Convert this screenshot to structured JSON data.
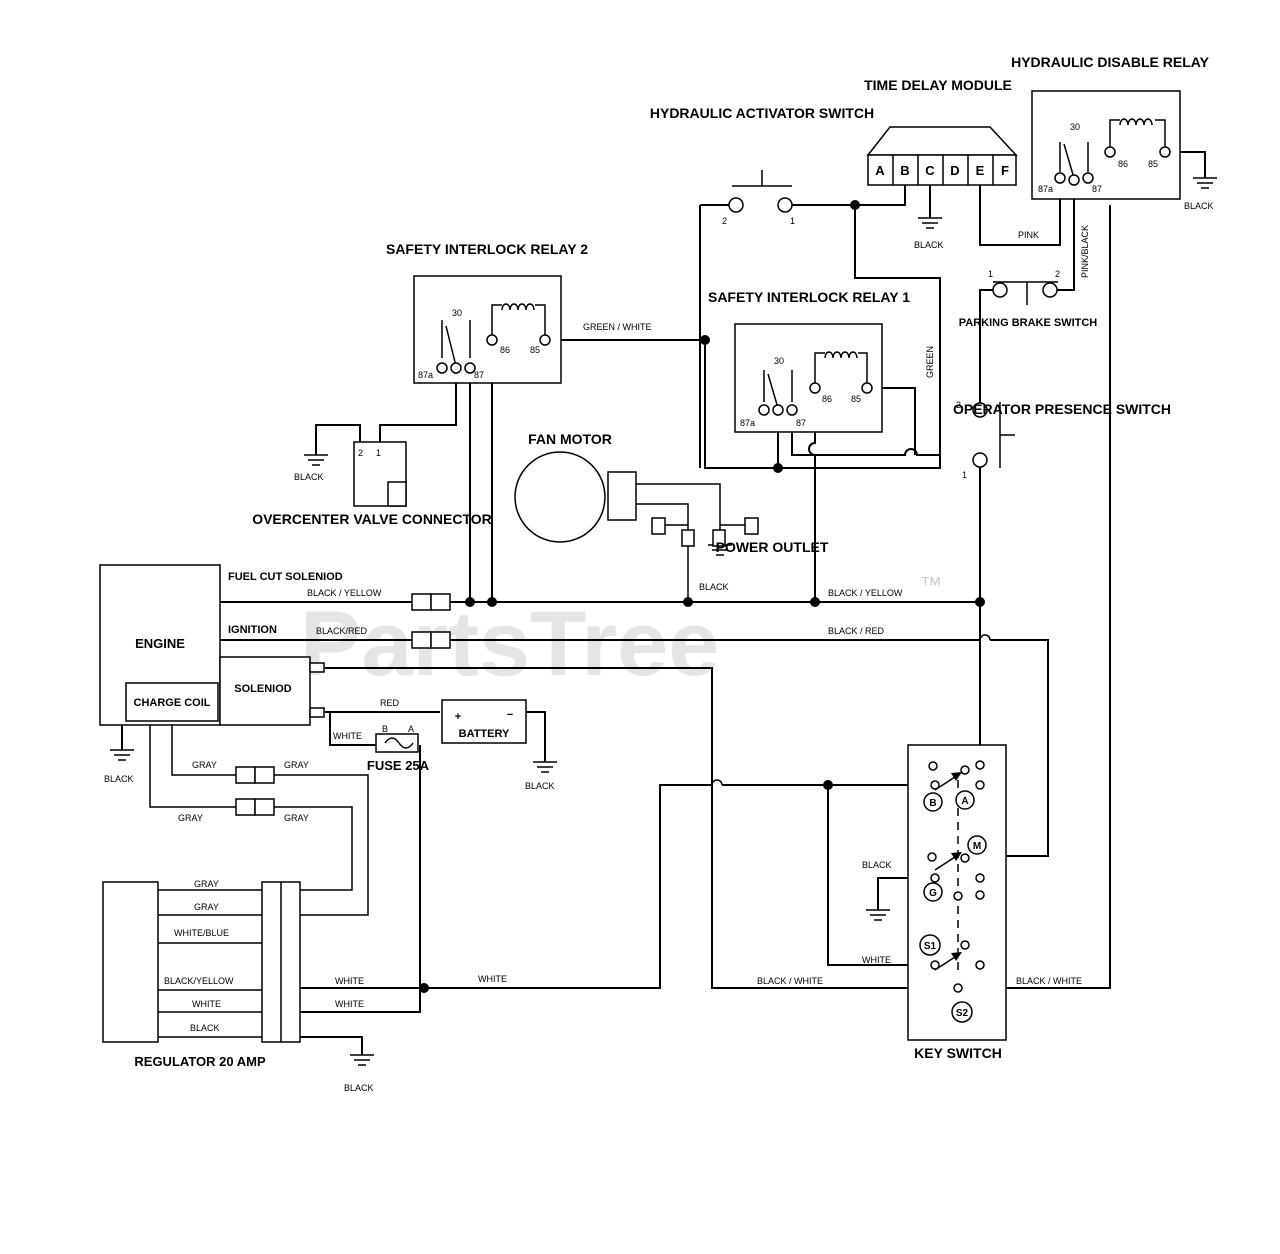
{
  "watermark": {
    "text": "PartsTree",
    "mark": "™"
  },
  "components": {
    "engine": {
      "title": "ENGINE",
      "solenoid": "SOLENIOD",
      "charge_coil": "CHARGE COIL"
    },
    "fuel_cut": "FUEL CUT SOLENIOD",
    "ignition": "IGNITION",
    "regulator": "REGULATOR 20 AMP",
    "battery": "BATTERY",
    "fuse": {
      "label": "FUSE 25A",
      "b": "B",
      "a": "A"
    },
    "fan_motor": "FAN MOTOR",
    "power_outlet": "POWER OUTLET",
    "overcenter": "OVERCENTER VALVE CONNECTOR",
    "sir2": "SAFETY INTERLOCK RELAY 2",
    "sir1": "SAFETY INTERLOCK RELAY 1",
    "hyd_activator": "HYDRAULIC ACTIVATOR SWITCH",
    "time_delay": "TIME DELAY MODULE",
    "hyd_disable": "HYDRAULIC DISABLE RELAY",
    "parking_brake": "PARKING BRAKE SWITCH",
    "operator_presence": "OPERATOR PRESENCE SWITCH",
    "key_switch": "KEY SWITCH"
  },
  "tdm_pins": [
    "A",
    "B",
    "C",
    "D",
    "E",
    "F"
  ],
  "key_terminals": [
    "A",
    "B",
    "M",
    "G",
    "S1",
    "S2"
  ],
  "relay_pins": {
    "p30": "30",
    "p87a": "87a",
    "p87": "87",
    "p86": "86",
    "p85": "85"
  },
  "switch_pins": {
    "p1": "1",
    "p2": "2"
  },
  "wires": {
    "black": "BLACK",
    "black_yellow": "BLACK / YELLOW",
    "black_yellow_reg": "BLACK/YELLOW",
    "black_red": "BLACK/RED",
    "black_red2": "BLACK / RED",
    "green_white": "GREEN / WHITE",
    "green": "GREEN",
    "pink": "PINK",
    "pink_black": "PINK/BLACK",
    "red": "RED",
    "white": "WHITE",
    "white_blue": "WHITE/BLUE",
    "gray": "GRAY",
    "black_white": "BLACK / WHITE"
  }
}
